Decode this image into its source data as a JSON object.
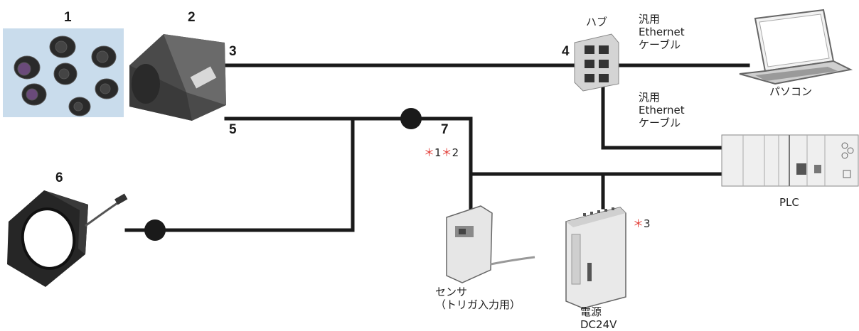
{
  "numbers": {
    "lens": "1",
    "camera": "2",
    "camera_cable": "3",
    "hub": "4",
    "io_cable": "5",
    "light": "6",
    "branch": "7"
  },
  "labels": {
    "hub": "ハブ",
    "ethernet_cable_top": "汎用\nEthernet\nケーブル",
    "ethernet_cable_mid": "汎用\nEthernet\nケーブル",
    "pc": "パソコン",
    "plc": "PLC",
    "sensor": "センサ\n（トリガ入力用）",
    "power": "電源\nDC24V"
  },
  "notes": {
    "asterisk": "＊",
    "note_1": "1",
    "note_2": "2",
    "note_3": "3"
  },
  "colors": {
    "line": "#1a1a1a",
    "asterisk": "#e23b35",
    "lens_bg": "#c9dcec"
  }
}
